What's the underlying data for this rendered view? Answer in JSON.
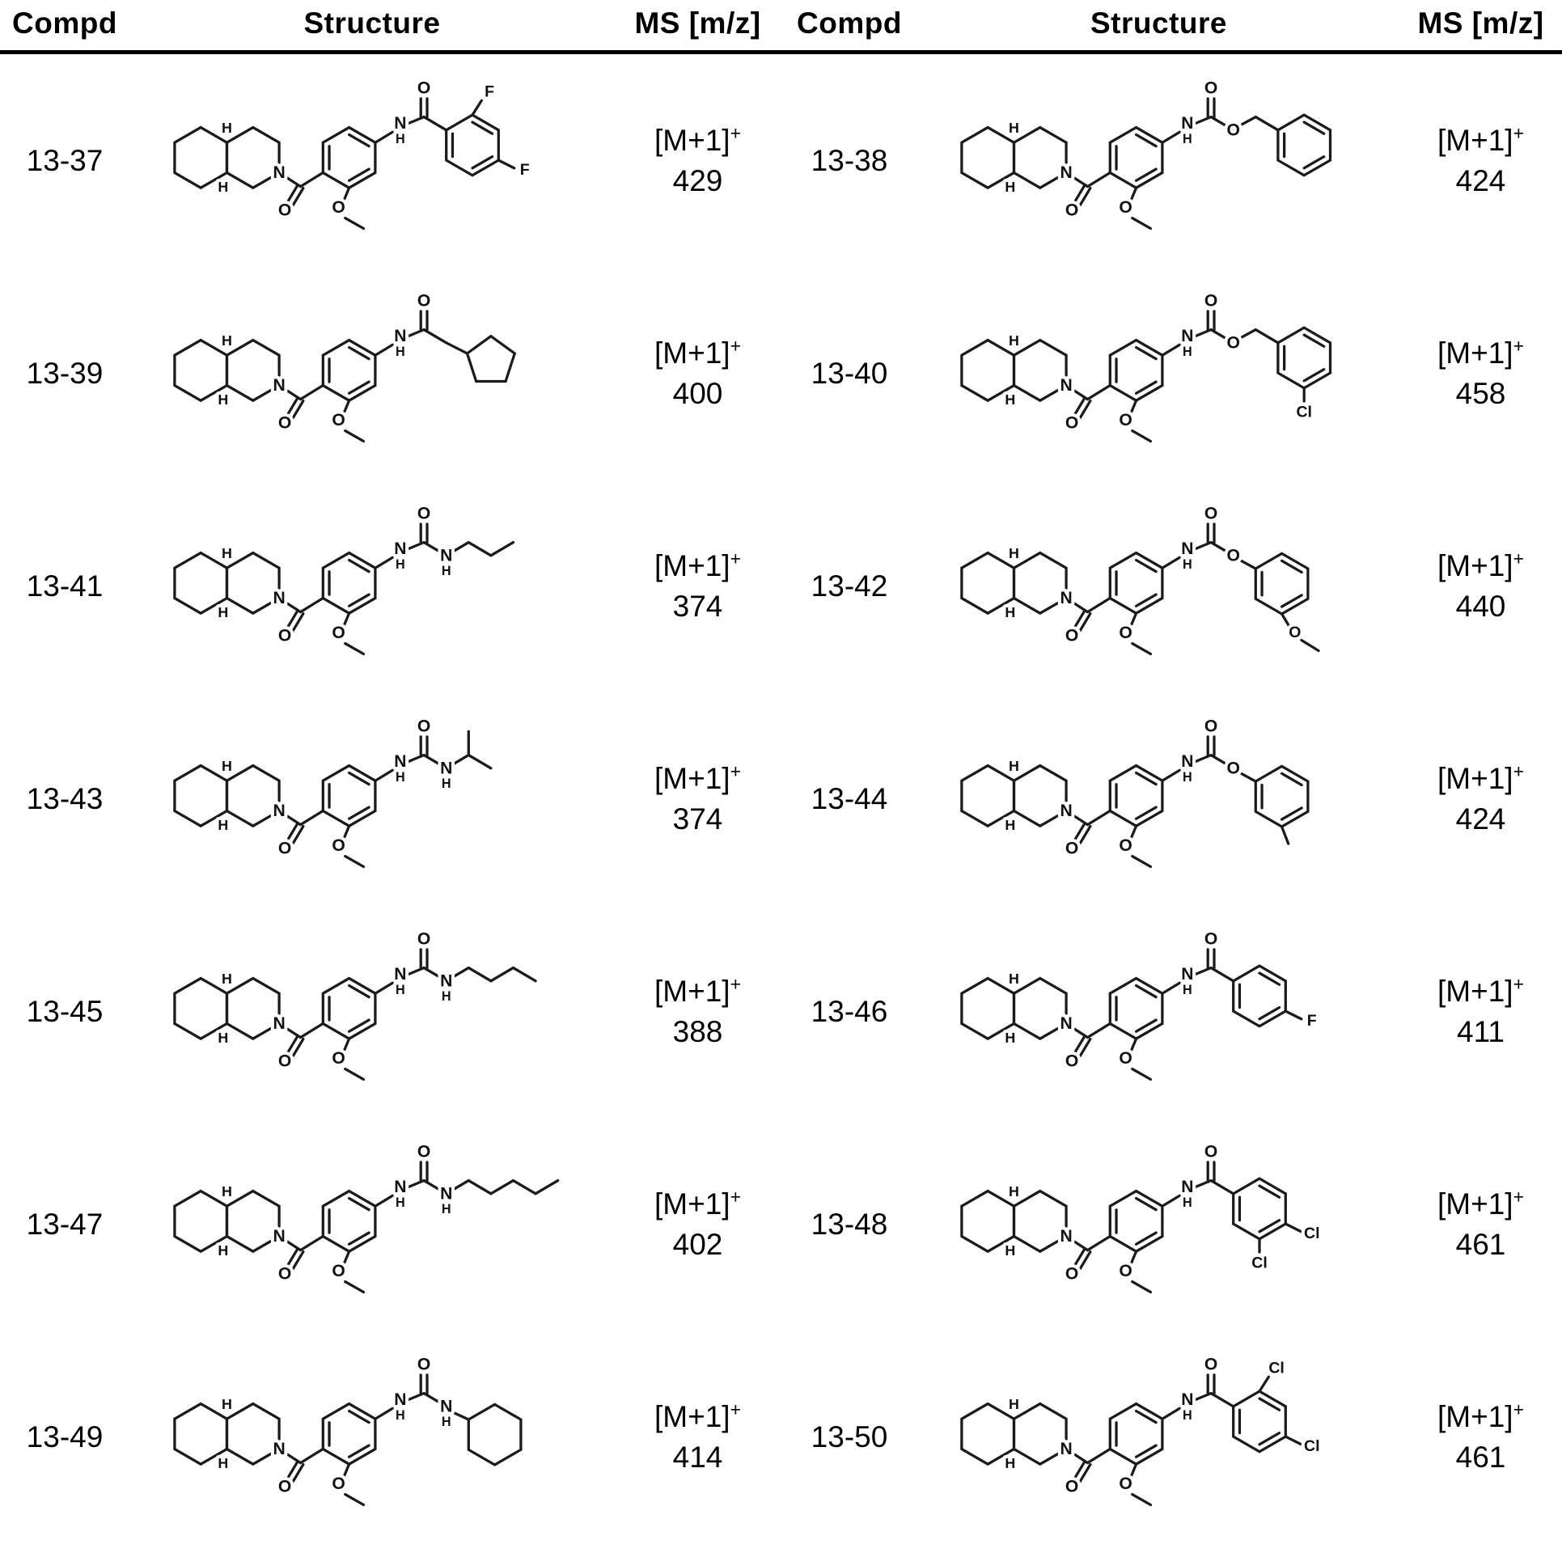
{
  "page": {
    "background": "#ffffff",
    "text_color": "#000000",
    "rule_color": "#000000"
  },
  "table": {
    "headers": [
      "Compd",
      "Structure",
      "MS [m/z]",
      "Compd",
      "Structure",
      "MS [m/z]"
    ]
  },
  "compounds": [
    {
      "id": "13-37",
      "ms_label": "[M+1]",
      "ms_sup": "+",
      "ms_value": "429",
      "structure": {
        "description": "decahydroquinoline amide, 2-methoxyphenyl core, 2,4-difluorobenzamide tail",
        "linkage": "amide",
        "tail": {
          "kind": "aryl",
          "labels": [
            {
              "text": "F",
              "pos": "top"
            },
            {
              "text": "F",
              "pos": "right"
            }
          ]
        }
      }
    },
    {
      "id": "13-38",
      "ms_label": "[M+1]",
      "ms_sup": "+",
      "ms_value": "424",
      "structure": {
        "description": "decahydroquinoline amide, 2-methoxyphenyl core, benzyl carbamate tail",
        "linkage": "carbamate",
        "tail": {
          "kind": "benzylic",
          "labels": []
        }
      }
    },
    {
      "id": "13-39",
      "ms_label": "[M+1]",
      "ms_sup": "+",
      "ms_value": "400",
      "structure": {
        "description": "decahydroquinoline amide, 2-methoxyphenyl core, cyclopentylacetamide tail",
        "linkage": "amide",
        "tail": {
          "kind": "cyclopentylmethyl",
          "labels": []
        }
      }
    },
    {
      "id": "13-40",
      "ms_label": "[M+1]",
      "ms_sup": "+",
      "ms_value": "458",
      "structure": {
        "description": "decahydroquinoline amide, 2-methoxyphenyl core, 2-chlorobenzyl carbamate tail",
        "linkage": "carbamate",
        "tail": {
          "kind": "benzylic",
          "labels": [
            {
              "text": "Cl",
              "pos": "bottom"
            }
          ]
        }
      }
    },
    {
      "id": "13-41",
      "ms_label": "[M+1]",
      "ms_sup": "+",
      "ms_value": "374",
      "structure": {
        "description": "decahydroquinoline amide, 2-methoxyphenyl core, propyl urea tail",
        "linkage": "urea",
        "tail": {
          "kind": "chain",
          "n": 3,
          "labels": []
        }
      }
    },
    {
      "id": "13-42",
      "ms_label": "[M+1]",
      "ms_sup": "+",
      "ms_value": "440",
      "structure": {
        "description": "decahydroquinoline amide, 2-methoxyphenyl core, 4-methoxyphenyl carbamate tail",
        "linkage": "carbamate",
        "tail": {
          "kind": "aryl",
          "labels": [
            {
              "text": "OMe",
              "pos": "bottom"
            }
          ]
        }
      }
    },
    {
      "id": "13-43",
      "ms_label": "[M+1]",
      "ms_sup": "+",
      "ms_value": "374",
      "structure": {
        "description": "decahydroquinoline amide, 2-methoxyphenyl core, isopropyl urea tail",
        "linkage": "urea",
        "tail": {
          "kind": "isopropyl",
          "labels": []
        }
      }
    },
    {
      "id": "13-44",
      "ms_label": "[M+1]",
      "ms_sup": "+",
      "ms_value": "424",
      "structure": {
        "description": "decahydroquinoline amide, 2-methoxyphenyl core, 4-methylphenyl carbamate tail",
        "linkage": "carbamate",
        "tail": {
          "kind": "aryl",
          "labels": [
            {
              "text": "Me",
              "pos": "bottom"
            }
          ]
        }
      }
    },
    {
      "id": "13-45",
      "ms_label": "[M+1]",
      "ms_sup": "+",
      "ms_value": "388",
      "structure": {
        "description": "decahydroquinoline amide, 2-methoxyphenyl core, butyl urea tail",
        "linkage": "urea",
        "tail": {
          "kind": "chain",
          "n": 4,
          "labels": []
        }
      }
    },
    {
      "id": "13-46",
      "ms_label": "[M+1]",
      "ms_sup": "+",
      "ms_value": "411",
      "structure": {
        "description": "decahydroquinoline amide, 2-methoxyphenyl core, 4-fluorobenzamide tail",
        "linkage": "amide",
        "tail": {
          "kind": "aryl",
          "labels": [
            {
              "text": "F",
              "pos": "right"
            }
          ]
        }
      }
    },
    {
      "id": "13-47",
      "ms_label": "[M+1]",
      "ms_sup": "+",
      "ms_value": "402",
      "structure": {
        "description": "decahydroquinoline amide, 2-methoxyphenyl core, pentyl urea tail",
        "linkage": "urea",
        "tail": {
          "kind": "chain",
          "n": 5,
          "labels": []
        }
      }
    },
    {
      "id": "13-48",
      "ms_label": "[M+1]",
      "ms_sup": "+",
      "ms_value": "461",
      "structure": {
        "description": "decahydroquinoline amide, 2-methoxyphenyl core, 2,4-dichlorobenzamide tail",
        "linkage": "amide",
        "tail": {
          "kind": "aryl",
          "labels": [
            {
              "text": "Cl",
              "pos": "bottom"
            },
            {
              "text": "Cl",
              "pos": "right"
            }
          ]
        }
      }
    },
    {
      "id": "13-49",
      "ms_label": "[M+1]",
      "ms_sup": "+",
      "ms_value": "414",
      "structure": {
        "description": "decahydroquinoline amide, 2-methoxyphenyl core, cyclohexyl urea tail",
        "linkage": "urea",
        "tail": {
          "kind": "cyclohexyl",
          "labels": []
        }
      }
    },
    {
      "id": "13-50",
      "ms_label": "[M+1]",
      "ms_sup": "+",
      "ms_value": "461",
      "structure": {
        "description": "decahydroquinoline amide, 2-methoxyphenyl core, 2,4-dichlorobenzamide tail",
        "linkage": "amide",
        "tail": {
          "kind": "aryl",
          "labels": [
            {
              "text": "Cl",
              "pos": "top"
            },
            {
              "text": "Cl",
              "pos": "right"
            }
          ]
        }
      }
    }
  ]
}
